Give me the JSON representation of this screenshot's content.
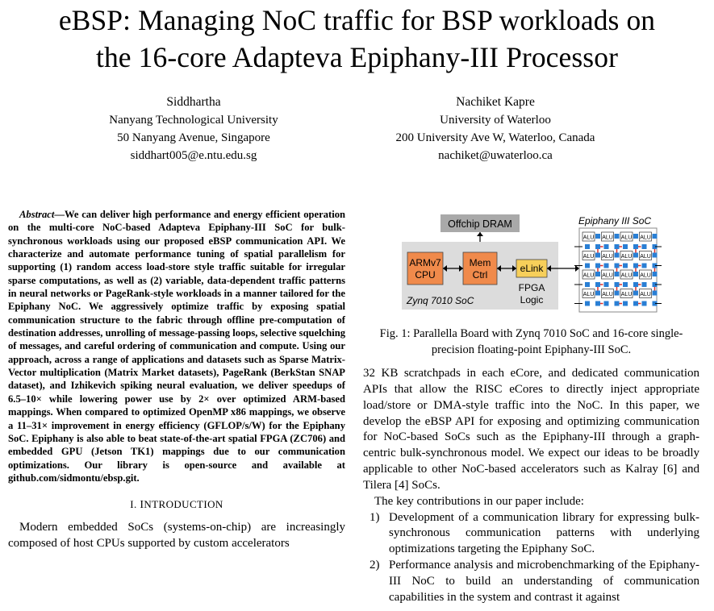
{
  "paper": {
    "title_line1": "eBSP: Managing NoC traffic for BSP workloads on",
    "title_line2": "the 16-core Adapteva Epiphany-III Processor"
  },
  "authors": [
    {
      "name": "Siddhartha",
      "affiliation": "Nanyang Technological University",
      "address": "50 Nanyang Avenue, Singapore",
      "email": "siddhart005@e.ntu.edu.sg"
    },
    {
      "name": "Nachiket Kapre",
      "affiliation": "University of Waterloo",
      "address": "200 University Ave W, Waterloo, Canada",
      "email": "nachiket@uwaterloo.ca"
    }
  ],
  "abstract": {
    "lead": "Abstract",
    "text": "—We can deliver high performance and energy efficient operation on the multi-core NoC-based Adapteva Epiphany-III SoC for bulk-synchronous workloads using our proposed eBSP communication API. We characterize and automate performance tuning of spatial parallelism for supporting (1) random access load-store style traffic suitable for irregular sparse computations, as well as (2) variable, data-dependent traffic patterns in neural networks or PageRank-style workloads in a manner tailored for the Epiphany NoC. We aggressively optimize traffic by exposing spatial communication structure to the fabric through offline pre-computation of destination addresses, unrolling of message-passing loops, selective squelching of messages, and careful ordering of communication and compute. Using our approach, across a range of applications and datasets such as Sparse Matrix-Vector multiplication (Matrix Market datasets), PageRank (BerkStan SNAP dataset), and Izhikevich spiking neural evaluation, we deliver speedups of 6.5–10× while lowering power use by 2× over optimized ARM-based mappings. When compared to optimized OpenMP x86 mappings, we observe a 11–31× improvement in energy efficiency (GFLOP/s/W) for the Epiphany SoC. Epiphany is also able to beat state-of-the-art spatial FPGA (ZC706) and embedded GPU (Jetson TK1) mappings due to our communication optimizations. Our library is open-source and available at github.com/sidmontu/ebsp.git."
  },
  "section1": {
    "number": "I. ",
    "title_first": "I",
    "title_rest": "NTRODUCTION",
    "paragraph": "Modern embedded SoCs (systems-on-chip) are increasingly composed of host CPUs supported by custom accelerators"
  },
  "figure1": {
    "offchip_label": "Offchip DRAM",
    "armv7_line1": "ARMv7",
    "armv7_line2": "CPU",
    "memctrl_line1": "Mem",
    "memctrl_line2": "Ctrl",
    "elink_label": "eLink",
    "fpga_line1": "FPGA",
    "fpga_line2": "Logic",
    "zynq_label": "Zynq 7010 SoC",
    "epiphany_label": "Epiphany III SoC",
    "alu_label": "ALU",
    "caption": "Fig. 1: Parallella Board with Zynq 7010 SoC and 16-core single-precision floating-point Epiphany-III SoC.",
    "colors": {
      "zynq_bg": "#dcdcdc",
      "arm_fill": "#f08a4b",
      "mem_fill": "#f08a4b",
      "elink_fill": "#f7cf5a",
      "node_blue": "#2a7fd4",
      "link_red": "#e0302a"
    }
  },
  "right_column": {
    "para1": "32 KB scratchpads in each eCore, and dedicated communication APIs that allow the RISC eCores to directly inject appropriate load/store or DMA-style traffic into the NoC. In this paper, we develop the eBSP API for exposing and optimizing communication for NoC-based SoCs such as the Epiphany-III through a graph-centric bulk-synchronous model. We expect our ideas to be broadly applicable to other NoC-based accelerators such as Kalray [6] and Tilera [4] SoCs.",
    "para2": "The key contributions in our paper include:",
    "contributions": [
      {
        "num": "1)",
        "text": "Development of a communication library for expressing bulk-synchronous communication patterns with underlying optimizations targeting the Epiphany SoC."
      },
      {
        "num": "2)",
        "text": "Performance analysis and microbenchmarking of the Epiphany-III NoC to build an understanding of communication capabilities in the system and contrast it against"
      }
    ]
  }
}
